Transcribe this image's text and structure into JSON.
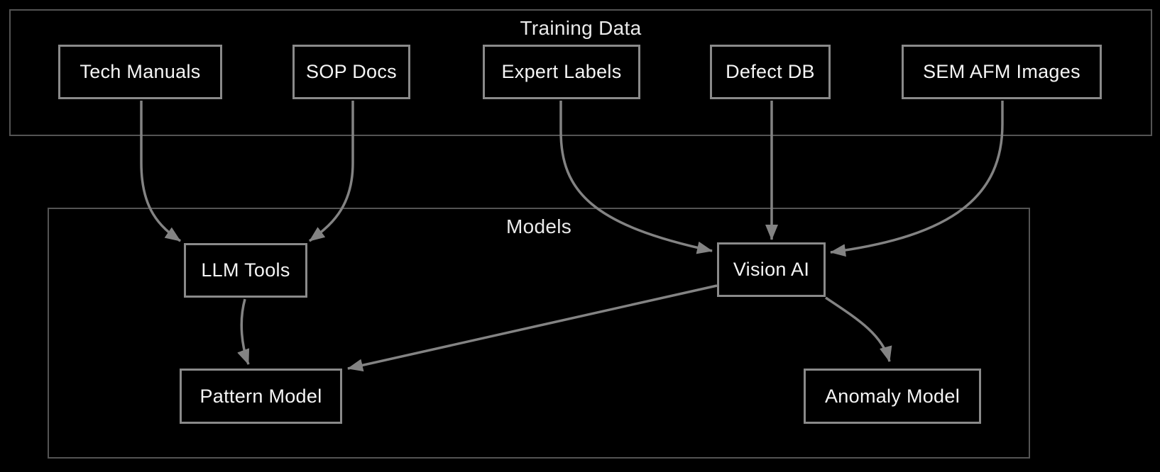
{
  "diagram": {
    "containers": [
      {
        "id": "training-data",
        "label": "Training Data"
      },
      {
        "id": "models",
        "label": "Models"
      }
    ],
    "nodes": [
      {
        "id": "tech-manuals",
        "label": "Tech Manuals",
        "group": "training-data"
      },
      {
        "id": "sop-docs",
        "label": "SOP Docs",
        "group": "training-data"
      },
      {
        "id": "expert-labels",
        "label": "Expert Labels",
        "group": "training-data"
      },
      {
        "id": "defect-db",
        "label": "Defect DB",
        "group": "training-data"
      },
      {
        "id": "sem-afm-images",
        "label": "SEM AFM Images",
        "group": "training-data"
      },
      {
        "id": "llm-tools",
        "label": "LLM Tools",
        "group": "models"
      },
      {
        "id": "vision-ai",
        "label": "Vision AI",
        "group": "models"
      },
      {
        "id": "pattern-model",
        "label": "Pattern Model",
        "group": "models"
      },
      {
        "id": "anomaly-model",
        "label": "Anomaly Model",
        "group": "models"
      }
    ],
    "edges": [
      {
        "from": "tech-manuals",
        "to": "llm-tools"
      },
      {
        "from": "sop-docs",
        "to": "llm-tools"
      },
      {
        "from": "expert-labels",
        "to": "vision-ai"
      },
      {
        "from": "defect-db",
        "to": "vision-ai"
      },
      {
        "from": "sem-afm-images",
        "to": "vision-ai"
      },
      {
        "from": "llm-tools",
        "to": "pattern-model"
      },
      {
        "from": "vision-ai",
        "to": "pattern-model"
      },
      {
        "from": "vision-ai",
        "to": "anomaly-model"
      }
    ],
    "colors": {
      "background": "#000000",
      "container_border": "#545454",
      "node_border": "#8a8a8a",
      "edge": "#838383",
      "node_text": "#f5f5f5",
      "container_text": "#eaeaea"
    }
  }
}
